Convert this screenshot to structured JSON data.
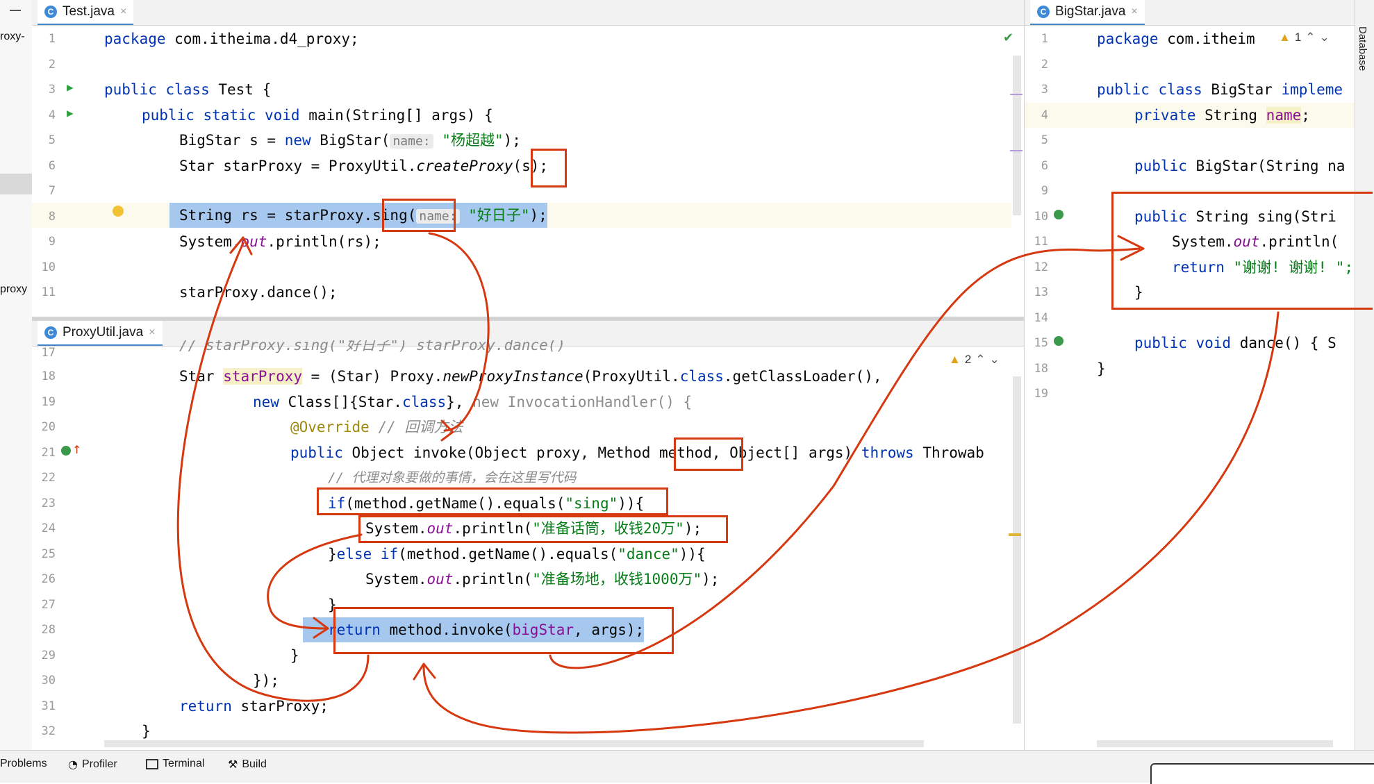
{
  "tabs": {
    "test": "Test.java",
    "proxyutil": "ProxyUtil.java",
    "bigstar": "BigStar.java",
    "close": "×",
    "class_icon": "C"
  },
  "left_cut": {
    "top": "roxy-",
    "mid": "proxy"
  },
  "right_strip": "Database",
  "test_lines": {
    "n1": "1",
    "n2": "2",
    "n3": "3",
    "n4": "4",
    "n5": "5",
    "n6": "6",
    "n7": "7",
    "n8": "8",
    "n9": "9",
    "n10": "10",
    "n11": "11",
    "l1_kw": "package",
    "l1_rest": " com.itheima.d4_proxy;",
    "l3_kw": "public class",
    "l3_rest": " Test {",
    "l4_kw": "public static void",
    "l4_rest": " main(String[] args) {",
    "l5_a": "BigStar s = ",
    "l5_kw": "new",
    "l5_b": " BigStar(",
    "l5_hint": "name:",
    "l5_str": "\"杨超越\"",
    "l5_c": ");",
    "l6_a": "Star starProxy = ProxyUtil.",
    "l6_it": "createProxy",
    "l6_b": "(s);",
    "l8_a": "String rs = starProxy.sing(",
    "l8_hint": "name:",
    "l8_str": "\"好日子\"",
    "l8_c": ");",
    "l9_a": "System.",
    "l9_it": "out",
    "l9_b": ".println(rs);",
    "l11": "starProxy.dance();"
  },
  "proxy_lines": {
    "n17": "17",
    "n18": "18",
    "n19": "19",
    "n20": "20",
    "n21": "21",
    "n22": "22",
    "n23": "23",
    "n24": "24",
    "n25": "25",
    "n26": "26",
    "n27": "27",
    "n28": "28",
    "n29": "29",
    "n30": "30",
    "n31": "31",
    "n32": "32",
    "warn_count": "2",
    "l17": "// starProxy.sing(\"好日子\") starProxy.dance()",
    "l18_a": "Star ",
    "l18_f": "starProxy",
    "l18_b": " = (Star) Proxy.",
    "l18_it": "newProxyInstance",
    "l18_c": "(ProxyUtil.",
    "l18_kw": "class",
    "l18_d": ".getClassLoader(),",
    "l19_kw": "new",
    "l19_a": " Class[]{Star.",
    "l19_kw2": "class",
    "l19_b": "}, ",
    "l19_gray": "new InvocationHandler() {",
    "l20_ann": "@Override",
    "l20_cmt": " // 回调方法",
    "l21_kw": "public",
    "l21_a": " Object invoke(Object proxy, Method method, Object[] args) ",
    "l21_kw2": "throws",
    "l21_b": " Throwab",
    "l22": "// 代理对象要做的事情，会在这里写代码",
    "l23_kw": "if",
    "l23_a": "(method.getName().equals(",
    "l23_str": "\"sing\"",
    "l23_b": ")){",
    "l24_a": "System.",
    "l24_it": "out",
    "l24_b": ".println(",
    "l24_str": "\"准备话筒，收钱20万\"",
    "l24_c": ");",
    "l25_a": "}",
    "l25_kw": "else if",
    "l25_b": "(method.getName().equals(",
    "l25_str": "\"dance\"",
    "l25_c": ")){",
    "l26_a": "System.",
    "l26_it": "out",
    "l26_b": ".println(",
    "l26_str": "\"准备场地，收钱1000万\"",
    "l26_c": ");",
    "l27": "}",
    "l28_kw": "return",
    "l28_a": " method.invoke(",
    "l28_f": "bigStar",
    "l28_b": ", args);",
    "l29": "}",
    "l30": "});",
    "l31_kw": "return",
    "l31_a": " starProxy;",
    "l32": "}"
  },
  "bigstar_lines": {
    "n1": "1",
    "n2": "2",
    "n3": "3",
    "n4": "4",
    "n5": "5",
    "n6": "6",
    "n9": "9",
    "n10": "10",
    "n11": "11",
    "n12": "12",
    "n13": "13",
    "n14": "14",
    "n15": "15",
    "n18": "18",
    "n19": "19",
    "l1_kw": "package",
    "l1_rest": " com.itheim",
    "warn": "1",
    "l3_kw": "public class",
    "l3_a": " BigStar ",
    "l3_kw2": "impleme",
    "l4_kw": "private",
    "l4_a": " String ",
    "l4_f": "name",
    ";": ";",
    "l6_kw": "public",
    "l6_a": " BigStar(String na",
    "l10_kw": "public",
    "l10_a": " String sing(Stri",
    "l11_a": "System.",
    "l11_it": "out",
    "l11_b": ".println(",
    "l12_kw": "return",
    "l12_str": " \"谢谢! 谢谢! \";",
    "l13": "}",
    "l15_kw": "public void",
    "l15_a": " dance() { S",
    "l18": "}"
  },
  "statusbar": {
    "problems": "Problems",
    "profiler": "Profiler",
    "terminal": "Terminal",
    "build": "Build"
  },
  "colors": {
    "annotation_red": "#d6380f",
    "tab_underline": "#4083c9",
    "selection": "#a6c7ee"
  }
}
